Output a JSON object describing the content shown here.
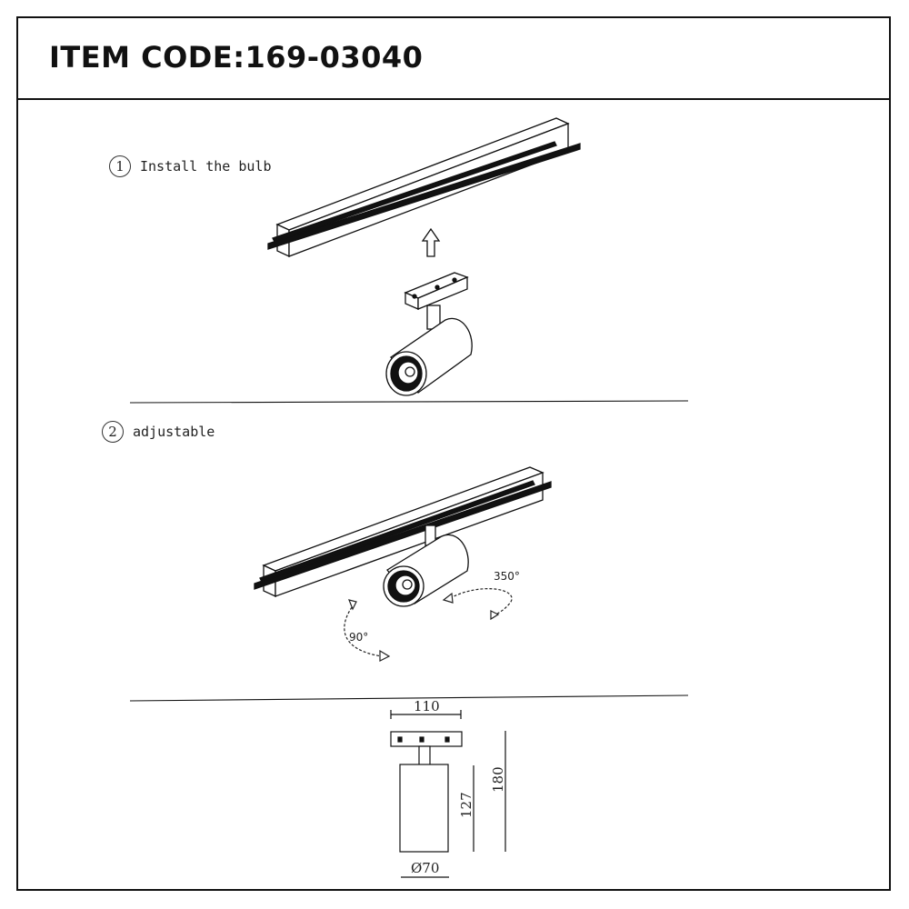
{
  "header": {
    "item_code": "ITEM CODE:169-03040"
  },
  "steps": [
    {
      "number": "1",
      "label": "Install the bulb"
    },
    {
      "number": "2",
      "label": "adjustable"
    }
  ],
  "rotation": {
    "tilt": "90°",
    "pan": "350°"
  },
  "dimensions": {
    "width": "110",
    "body_height": "127",
    "total_height": "180",
    "diameter": "Ø70"
  }
}
